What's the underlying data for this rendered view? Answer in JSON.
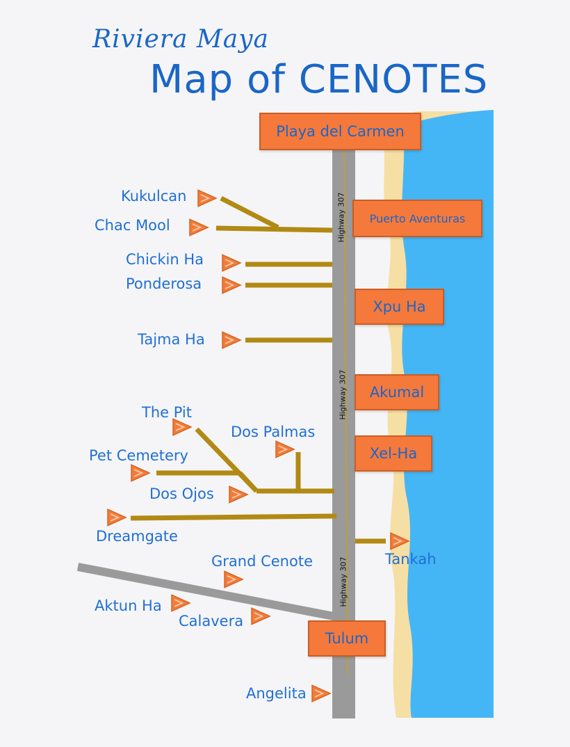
{
  "title": {
    "subtitle": "Riviera Maya",
    "main": "Map of CENOTES"
  },
  "colors": {
    "sea": "#45b6f5",
    "beach": "#f6dfa4",
    "highway": "#9a9a9a",
    "road": "#b18a14",
    "town_box": "#f5793b",
    "label": "#1f6fd6",
    "marker": "#f07c3c"
  },
  "highway": {
    "label": "Highway 307"
  },
  "towns": [
    {
      "id": "playa-del-carmen",
      "label": "Playa del Carmen"
    },
    {
      "id": "puerto-aventuras",
      "label": "Puerto Aventuras"
    },
    {
      "id": "xpu-ha",
      "label": "Xpu Ha"
    },
    {
      "id": "akumal",
      "label": "Akumal"
    },
    {
      "id": "xel-ha",
      "label": "Xel-Ha"
    },
    {
      "id": "tulum",
      "label": "Tulum"
    }
  ],
  "cenotes": [
    {
      "id": "kukulcan",
      "label": "Kukulcan"
    },
    {
      "id": "chac-mool",
      "label": "Chac Mool"
    },
    {
      "id": "chickin-ha",
      "label": "Chickin Ha"
    },
    {
      "id": "ponderosa",
      "label": "Ponderosa"
    },
    {
      "id": "tajma-ha",
      "label": "Tajma Ha"
    },
    {
      "id": "the-pit",
      "label": "The Pit"
    },
    {
      "id": "dos-palmas",
      "label": "Dos Palmas"
    },
    {
      "id": "pet-cemetery",
      "label": "Pet Cemetery"
    },
    {
      "id": "dos-ojos",
      "label": "Dos Ojos"
    },
    {
      "id": "dreamgate",
      "label": "Dreamgate"
    },
    {
      "id": "tankah",
      "label": "Tankah"
    },
    {
      "id": "grand-cenote",
      "label": "Grand Cenote"
    },
    {
      "id": "aktun-ha",
      "label": "Aktun Ha"
    },
    {
      "id": "calavera",
      "label": "Calavera"
    },
    {
      "id": "angelita",
      "label": "Angelita"
    }
  ]
}
